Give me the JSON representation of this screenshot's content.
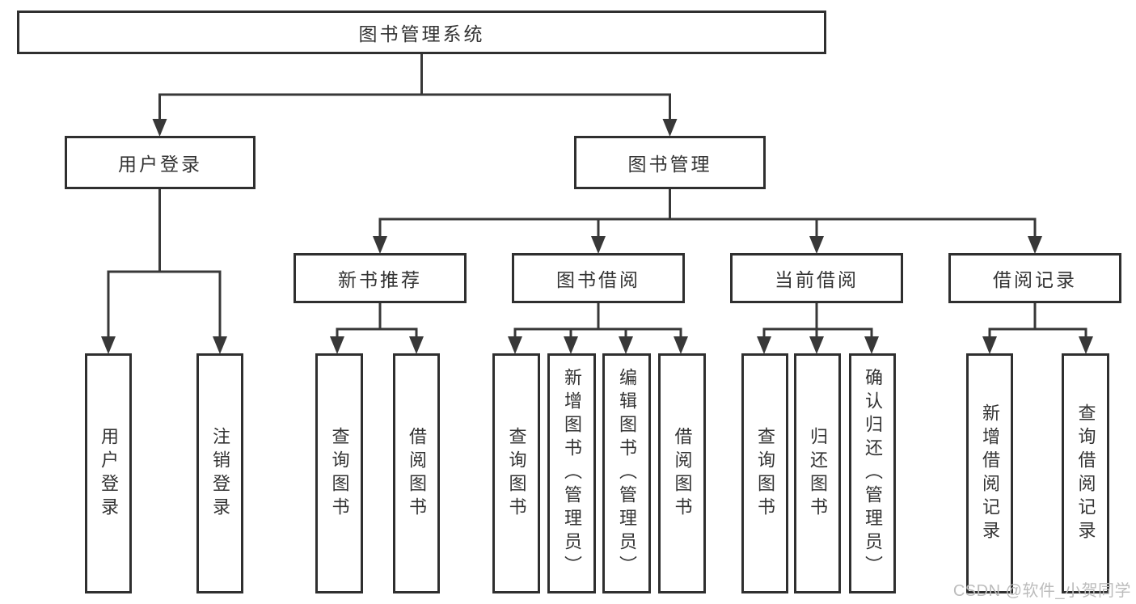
{
  "diagram": {
    "root": {
      "label": "图书管理系统"
    },
    "branches": [
      {
        "label": "用户登录",
        "children": [
          {
            "label": "用户登录"
          },
          {
            "label": "注销登录"
          }
        ]
      },
      {
        "label": "图书管理",
        "children": [
          {
            "label": "新书推荐",
            "children": [
              {
                "label": "查询图书"
              },
              {
                "label": "借阅图书"
              }
            ]
          },
          {
            "label": "图书借阅",
            "children": [
              {
                "label": "查询图书"
              },
              {
                "label": "新增图书（管理员）"
              },
              {
                "label": "编辑图书（管理员）"
              },
              {
                "label": "借阅图书"
              }
            ]
          },
          {
            "label": "当前借阅",
            "children": [
              {
                "label": "查询图书"
              },
              {
                "label": "归还图书"
              },
              {
                "label": "确认归还（管理员）"
              }
            ]
          },
          {
            "label": "借阅记录",
            "children": [
              {
                "label": "新增借阅记录"
              },
              {
                "label": "查询借阅记录"
              }
            ]
          }
        ]
      }
    ]
  },
  "watermark": {
    "text": "CSDN @软件_小贺同学"
  },
  "colors": {
    "line_color": "#383838",
    "border_color": "#2f2f2f",
    "text_color": "#333333",
    "watermark_color": "#bcbcbc",
    "background_color": "#ffffff"
  }
}
